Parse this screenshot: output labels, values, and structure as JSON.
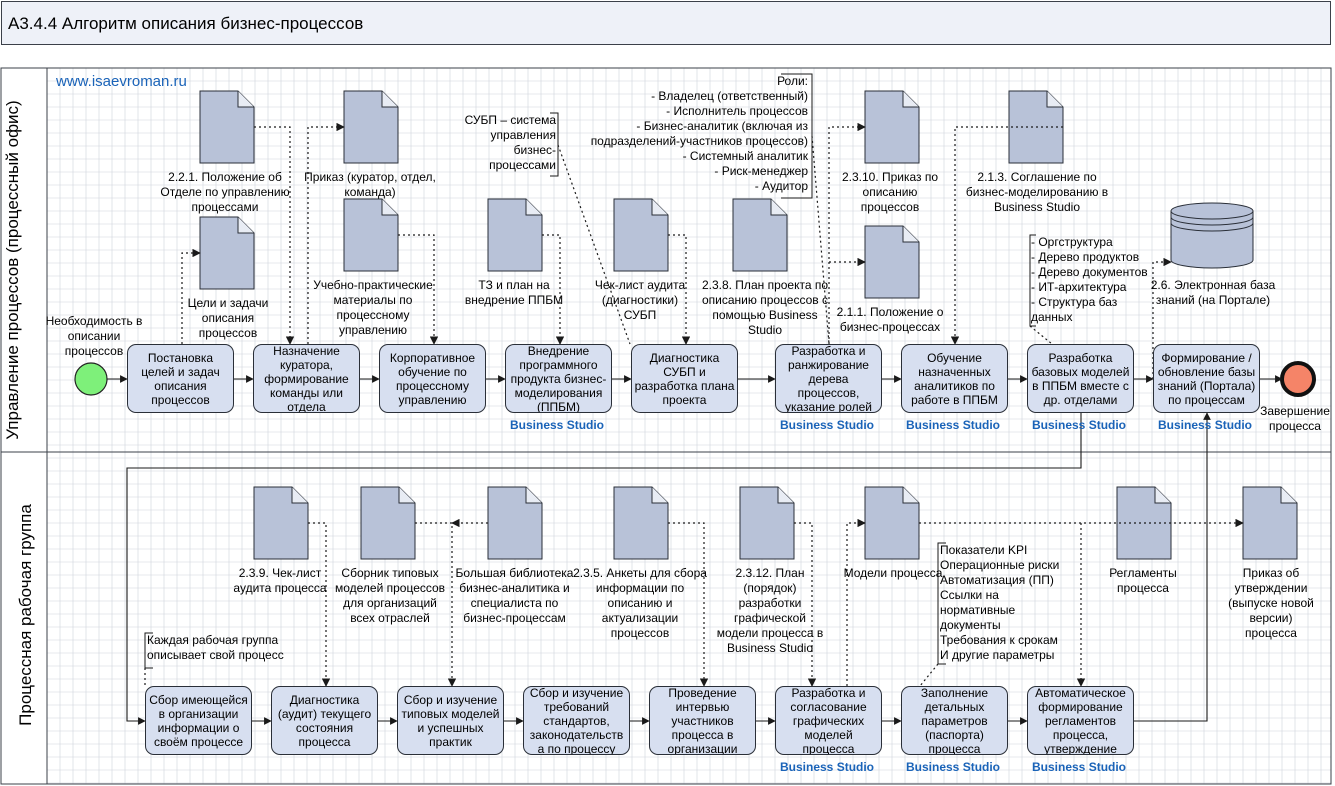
{
  "title": "А3.4.4 Алгоритм описания бизнес-процессов",
  "site": "www.isaevroman.ru",
  "lanes": {
    "top": "Управление процессов (процессный офис)",
    "bottom": "Процессная рабочая группа"
  },
  "events": {
    "start": "Необходимость в описании процессов",
    "end": "Завершение процесса"
  },
  "tool_label": "Business Studio",
  "top_tasks": [
    {
      "label": "Постановка целей и задач описания процессов"
    },
    {
      "label": "Назначение куратора, формирование команды или отдела"
    },
    {
      "label": "Корпоративное обучение по процессному управлению"
    },
    {
      "label": "Внедрение программного продукта бизнес-моделирования (ППБМ)"
    },
    {
      "label": "Диагностика СУБП и разработка плана проекта"
    },
    {
      "label": "Разработка и ранжирование дерева процессов, указание ролей"
    },
    {
      "label": "Обучение назначенных аналитиков по работе в ППБМ"
    },
    {
      "label": "Разработка базовых моделей в ППБМ вместе с др. отделами"
    },
    {
      "label": "Формирование / обновление базы знаний (Портала) по процессам"
    }
  ],
  "bottom_tasks": [
    {
      "label": "Сбор имеющейся в организации информации о своём процессе"
    },
    {
      "label": "Диагностика (аудит) текущего состояния процесса"
    },
    {
      "label": "Сбор и изучение типовых моделей и успешных практик"
    },
    {
      "label": "Сбор и изучение требований стандартов, законодательств а по процессу"
    },
    {
      "label": "Проведение интервью участников процесса в организации"
    },
    {
      "label": "Разработка и согласование графических моделей процесса"
    },
    {
      "label": "Заполнение детальных параметров (паспорта) процесса"
    },
    {
      "label": "Автоматическое формирование регламентов процесса, утверждение"
    }
  ],
  "top_documents": [
    "2.2.1. Положение об Отделе по управлению процессами",
    "Приказ (куратор, отдел, команда)",
    "Цели и задачи описания процессов",
    "Учебно-практические материалы по процессному управлению",
    "ТЗ и план на внедрение ППБМ",
    "Чек-лист аудита (диагностики) СУБП",
    "2.3.8. План проекта по описанию процессов с помощью Business Studio",
    "2.3.10. Приказ по описанию процессов",
    "2.1.1. Положение о бизнес-процессах",
    "2.1.3. Соглашение по бизнес-моделированию в Business Studio",
    "2.6. Электронная база знаний (на Портале)"
  ],
  "bottom_documents": [
    "2.3.9. Чек-лист аудита процесса",
    "Сборник типовых моделей процессов для организаций всех отраслей",
    "Большая библиотека бизнес-аналитика и специалиста по бизнес-процессам",
    "2.3.5. Анкеты для сбора информации по описанию и актуализации процессов",
    "2.3.12. План (порядок) разработки графической модели процесса в Business Studio",
    "Модели процесса",
    "Регламенты процесса",
    "Приказ об утверждении (выпуске новой версии) процесса"
  ],
  "annotations": {
    "subp": "СУБП – система управления бизнес-процессами",
    "roles": "Роли:\n- Владелец (ответственный)\n- Исполнитель процессов\n- Бизнес-аналитик (включая из подразделений-участников процессов)\n- Системный аналитик\n- Риск-менеджер\n- Аудитор",
    "structures": "- Оргструктура\n- Дерево продуктов\n- Дерево документов\n- ИТ-архитектура\n- Структура баз данных",
    "group_note": "Каждая рабочая группа описывает свой процесс",
    "params": "Показатели KPI\nОперационные риски\nАвтоматизация (ПП)\nСсылки на нормативные документы\nТребования к срокам\nИ другие параметры"
  },
  "colors": {
    "task_fill": "#d7dff0",
    "doc_fill": "#b8c2d8",
    "start_fill": "#7ef07a",
    "end_fill": "#f58468",
    "tool_text": "#1a63b8",
    "grid": "#cfd3dc",
    "header_fill": "#eef1f8"
  }
}
